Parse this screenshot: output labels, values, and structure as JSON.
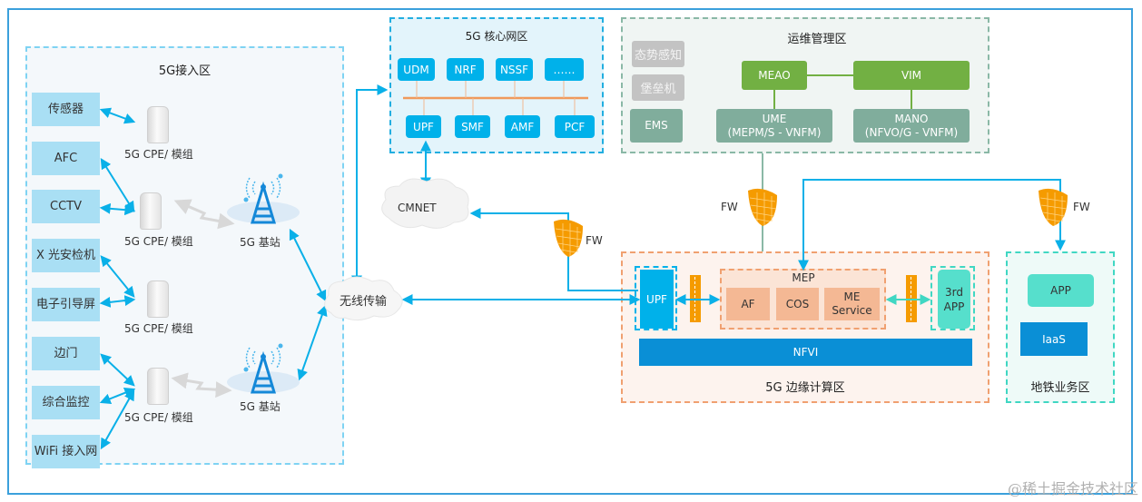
{
  "zones": {
    "access": {
      "title": "5G接入区",
      "devices": [
        "传感器",
        "AFC",
        "CCTV",
        "X 光安检机",
        "电子引导屏",
        "边门",
        "综合监控",
        "WiFi 接入网"
      ],
      "cpe_label": "5G CPE/   模组",
      "base_station_label": "5G 基站"
    },
    "core": {
      "title": "5G 核心网区",
      "top_nfs": [
        "UDM",
        "NRF",
        "NSSF",
        "……"
      ],
      "bottom_nfs": [
        "UPF",
        "SMF",
        "AMF",
        "PCF"
      ]
    },
    "ops": {
      "title": "运维管理区",
      "left_items": [
        "态势感知",
        "堡垒机",
        "EMS"
      ],
      "meao": "MEAO",
      "vim": "VIM",
      "ume_line1": "UME",
      "ume_line2": "(MEPM/S   - VNFM)",
      "mano_line1": "MANO",
      "mano_line2": "(NFVO/G   - VNFM)"
    },
    "edge": {
      "title": "5G 边缘计算区",
      "upf": "UPF",
      "mep": "MEP",
      "mep_items": [
        "AF",
        "COS",
        "ME Service"
      ],
      "third_app": "3rd APP",
      "nfvi": "NFVI"
    },
    "metro": {
      "title": "地铁业务区",
      "app": "APP",
      "iaas": "IaaS"
    }
  },
  "network": {
    "cmnet": "CMNET",
    "wireless": "无线传输",
    "fw_label": "FW"
  },
  "watermark": "@稀土掘金技术社区",
  "colors": {
    "link": "#0ab0e8",
    "firewall": "#f59b00",
    "core_nf": "#00b1ea",
    "device_box": "#a9dff4",
    "green": "#72b043",
    "teal": "#80ad9c",
    "nfvi": "#0a8fd6",
    "app": "#56dfcc"
  }
}
